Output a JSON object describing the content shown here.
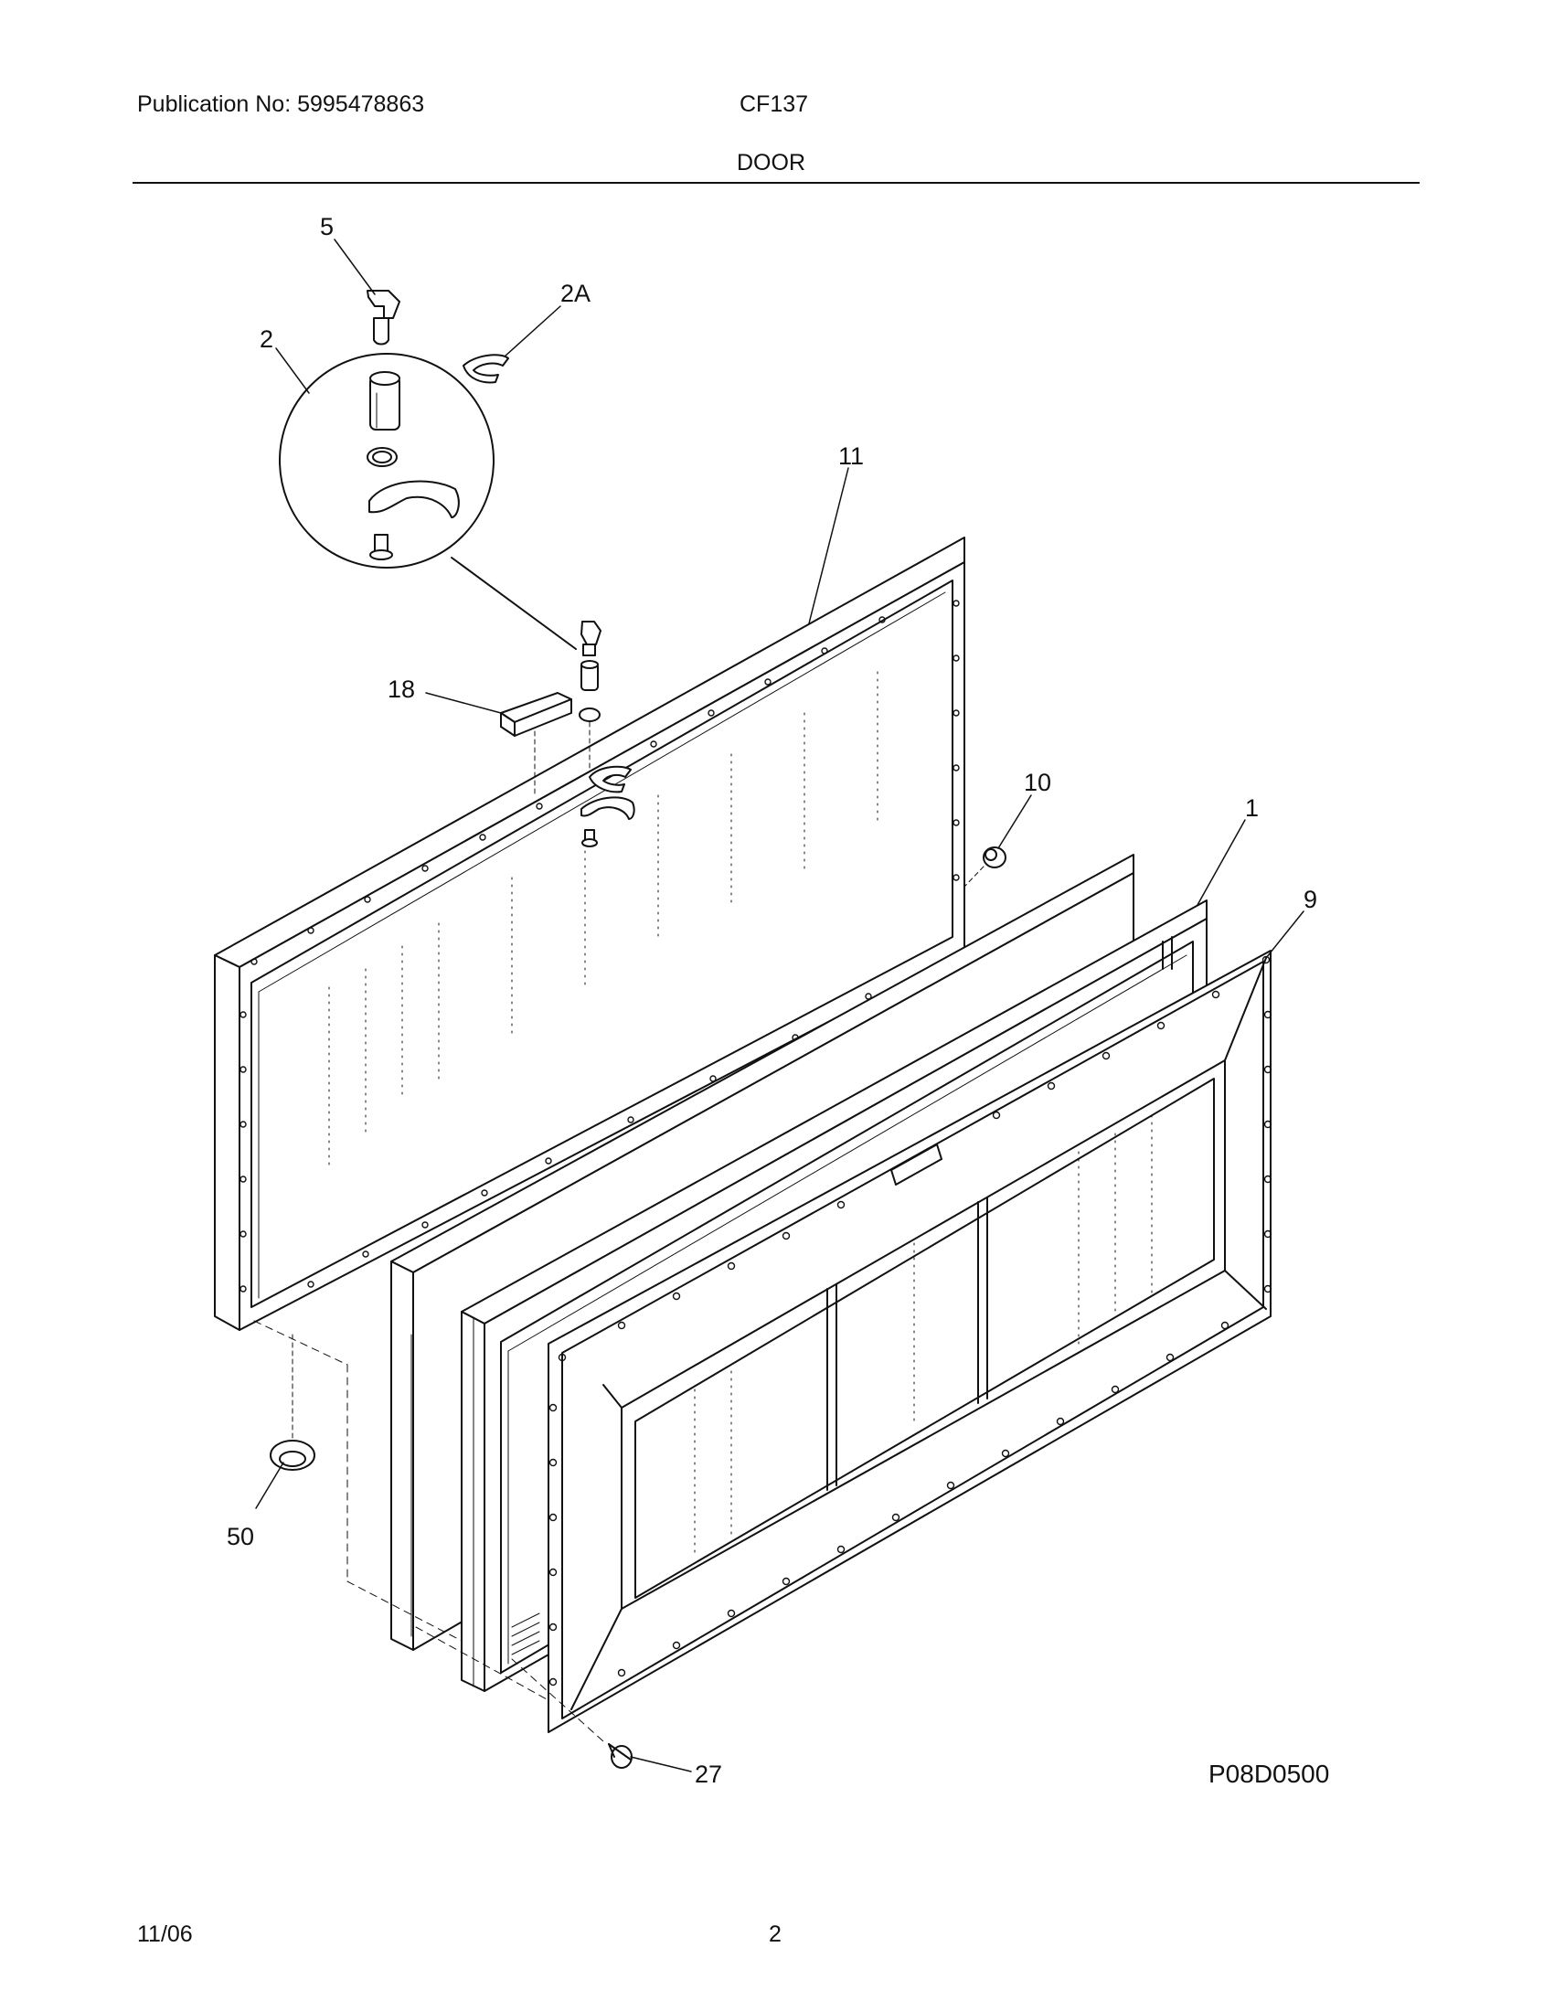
{
  "header": {
    "publication": "Publication No: 5995478863",
    "model": "CF137",
    "section_title": "DOOR"
  },
  "diagram": {
    "callouts": [
      "5",
      "2A",
      "2",
      "11",
      "18",
      "10",
      "1",
      "9",
      "50",
      "27"
    ],
    "figure_code": "P08D0500"
  },
  "footer": {
    "date": "11/06",
    "page_number": "2"
  }
}
